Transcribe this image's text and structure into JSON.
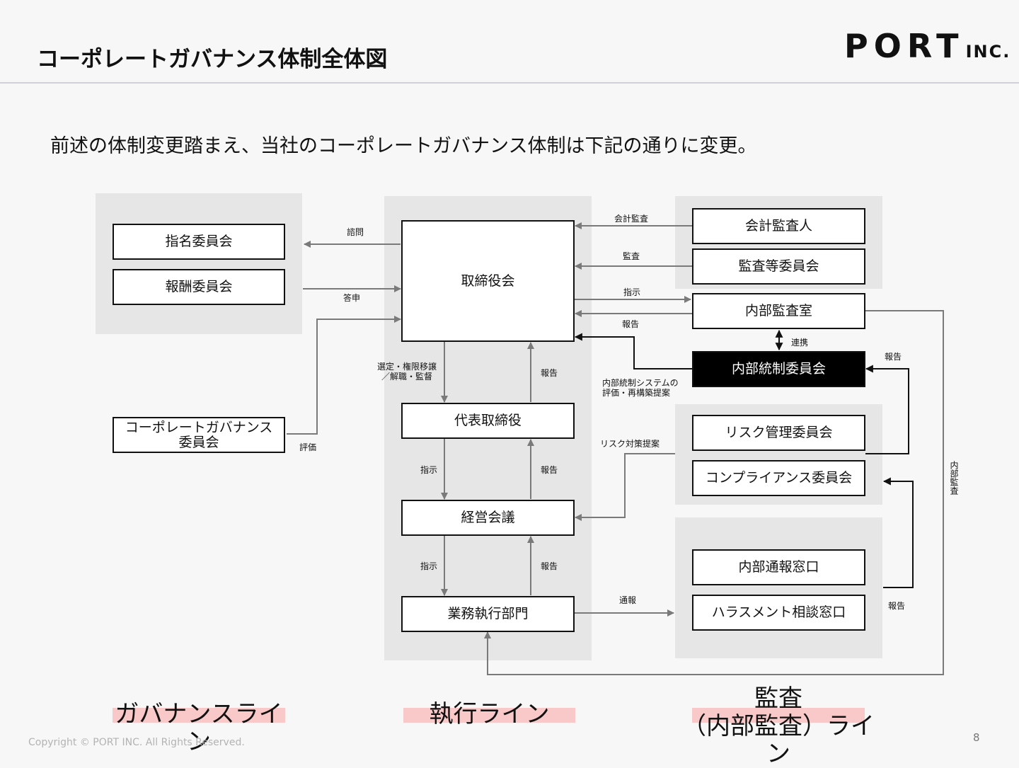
{
  "header": {
    "title": "コーポレートガバナンス体制全体図",
    "logo_main": "PORT",
    "logo_sub": "INC."
  },
  "subtitle": "前述の体制変更踏まえ、当社のコーポレートガバナンス体制は下記の通りに変更。",
  "boxes": {
    "nomination_committee": "指名委員会",
    "compensation_committee": "報酬委員会",
    "cg_committee_line1": "コーポレートガバナンス",
    "cg_committee_line2": "委員会",
    "board": "取締役会",
    "ceo": "代表取締役",
    "management_meeting": "経営会議",
    "business_dept": "業務執行部門",
    "accounting_auditor": "会計監査人",
    "audit_committee": "監査等委員会",
    "internal_audit_office": "内部監査室",
    "internal_control_committee": "内部統制委員会",
    "risk_committee": "リスク管理委員会",
    "compliance_committee": "コンプライアンス委員会",
    "whistleblowing_desk": "内部通報窓口",
    "harassment_desk": "ハラスメント相談窓口"
  },
  "arrow_labels": {
    "consult": "諮問",
    "report_back": "答申",
    "evaluation": "評価",
    "appoint_line1": "選定・権限移譲",
    "appoint_line2": "／解職・監督",
    "report_ceo_board": "報告",
    "instruct_ceo_mgmt": "指示",
    "report_mgmt_ceo": "報告",
    "instruct_mgmt_dept": "指示",
    "report_dept_mgmt": "報告",
    "accounting_audit": "会計監査",
    "audit": "監査",
    "instruct_board_iao": "指示",
    "report_iao_board": "報告",
    "cooperation": "連携",
    "ic_proposal_line1": "内部統制システムの",
    "ic_proposal_line2": "評価・再構築提案",
    "risk_proposal": "リスク対策提案",
    "report_to_icc": "報告",
    "internal_audit": "内部監査",
    "whistle": "通報",
    "report_desk_compliance": "報告"
  },
  "lanes": {
    "governance": "ガバナンスライン",
    "execution": "執行ライン",
    "audit_line1": "監査",
    "audit_line2": "（内部監査）ライン"
  },
  "colors": {
    "panel": "#e6e6e6",
    "arrow": "#7a7a7a",
    "arrow_dark": "#111111",
    "lane_highlight": "#f9c9c9"
  },
  "footer": {
    "copyright": "Copyright © PORT INC. All Rights Reserved.",
    "page": "8"
  }
}
